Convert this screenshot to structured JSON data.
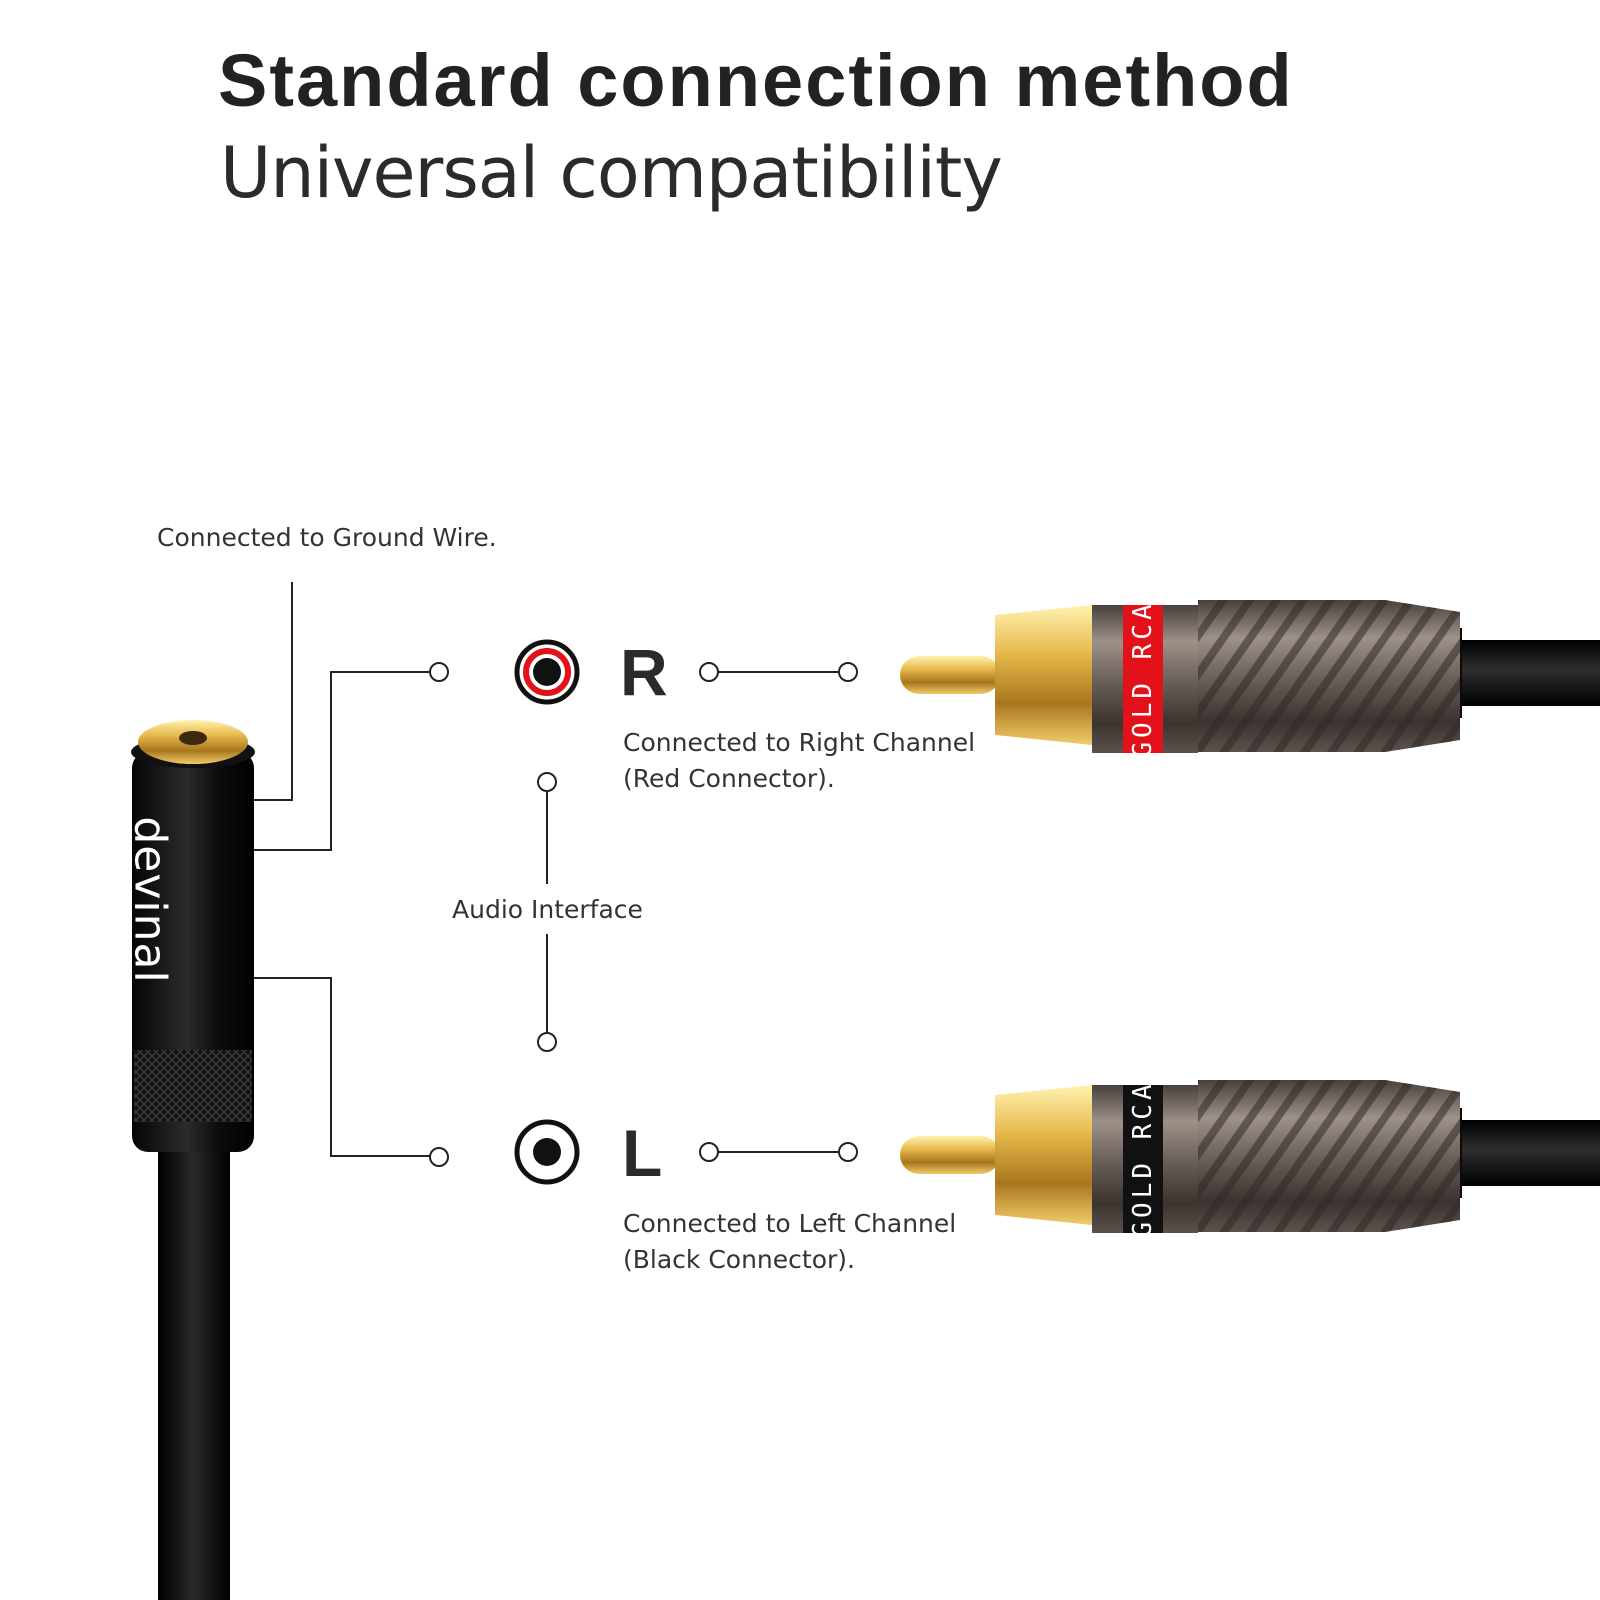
{
  "header": {
    "title": "Standard connection method",
    "subtitle": "Universal compatibility"
  },
  "labels": {
    "ground": "Connected to Ground Wire.",
    "right_line1": "Connected to Right Channel",
    "right_line2": "(Red Connector).",
    "audio_interface": "Audio Interface",
    "left_line1": "Connected to Left Channel",
    "left_line2": "(Black Connector)."
  },
  "channels": {
    "right_letter": "R",
    "left_letter": "L"
  },
  "brand": "devinal",
  "plug_band_text": "GOLD RCA",
  "colors": {
    "right_accent": "#e3121a",
    "left_accent": "#111111",
    "cable": "#111111",
    "gold": "#d8a838",
    "gunmetal": "#6f6560"
  }
}
